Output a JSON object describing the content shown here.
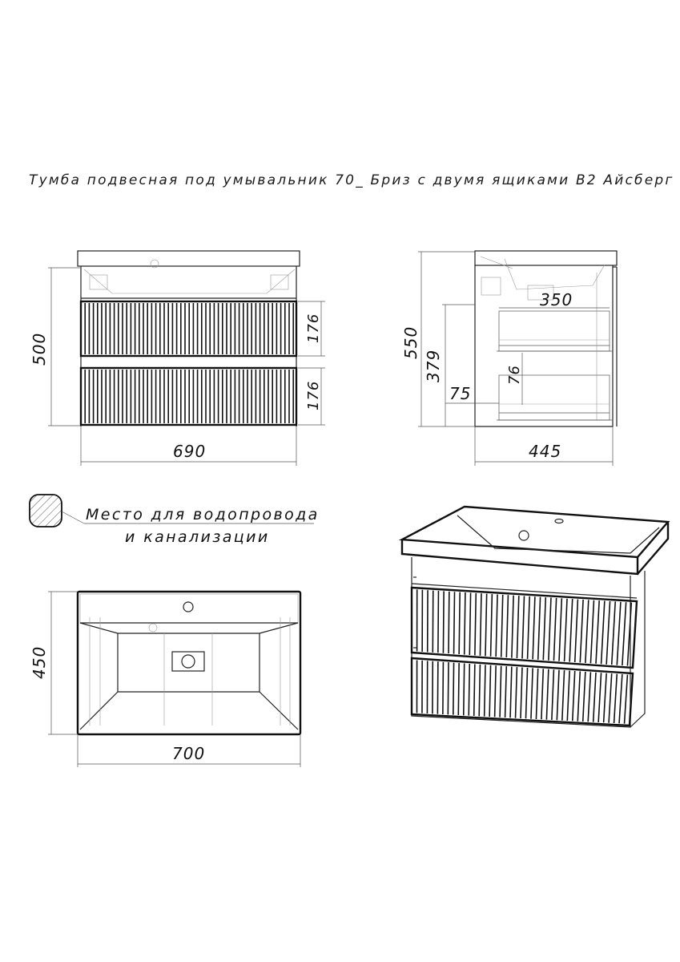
{
  "title": "Тумба подвесная под умывальник 70_ Бриз с двумя ящиками В2 Айсберг",
  "front_view": {
    "width": "690",
    "height": "500",
    "drawer_top": "176",
    "drawer_bottom": "176"
  },
  "side_view": {
    "height": "550",
    "inner_height": "379",
    "depth": "445",
    "drawer_depth": "350",
    "drawer_gap": "76",
    "pipe_offset": "75"
  },
  "legend": {
    "line1": "Место для водопровода",
    "line2": "и канализации"
  },
  "top_view": {
    "width": "700",
    "depth": "450"
  }
}
